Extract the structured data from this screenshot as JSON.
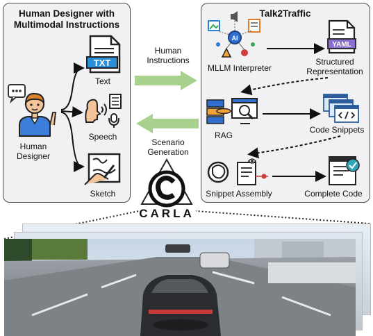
{
  "left_panel": {
    "title": "Human Designer with Multimodal Instructions",
    "person_label": "Human Designer",
    "modalities": [
      {
        "icon": "txt-file-icon",
        "icon_text": "TXT",
        "label": "Text"
      },
      {
        "icon": "speech-icon",
        "label": "Speech"
      },
      {
        "icon": "sketch-icon",
        "label": "Sketch"
      }
    ]
  },
  "middle": {
    "to_right_label": "Human Instructions",
    "to_left_label": "Scenario Generation",
    "carla_text": "CARLA"
  },
  "right_panel": {
    "title": "Talk2Traffic",
    "nodes": {
      "mllm": "MLLM Interpreter",
      "structured": "Structured Representation",
      "yaml_icon_text": "YAML",
      "rag": "RAG",
      "snippets": "Code Snippets",
      "assembly": "Snippet Assembly",
      "complete": "Complete Code"
    }
  },
  "colors": {
    "arrow_green": "#a9d18e",
    "panel_bg": "#f1f1f3",
    "accent_blue": "#2f6fd1",
    "accent_orange": "#f2a23a"
  }
}
